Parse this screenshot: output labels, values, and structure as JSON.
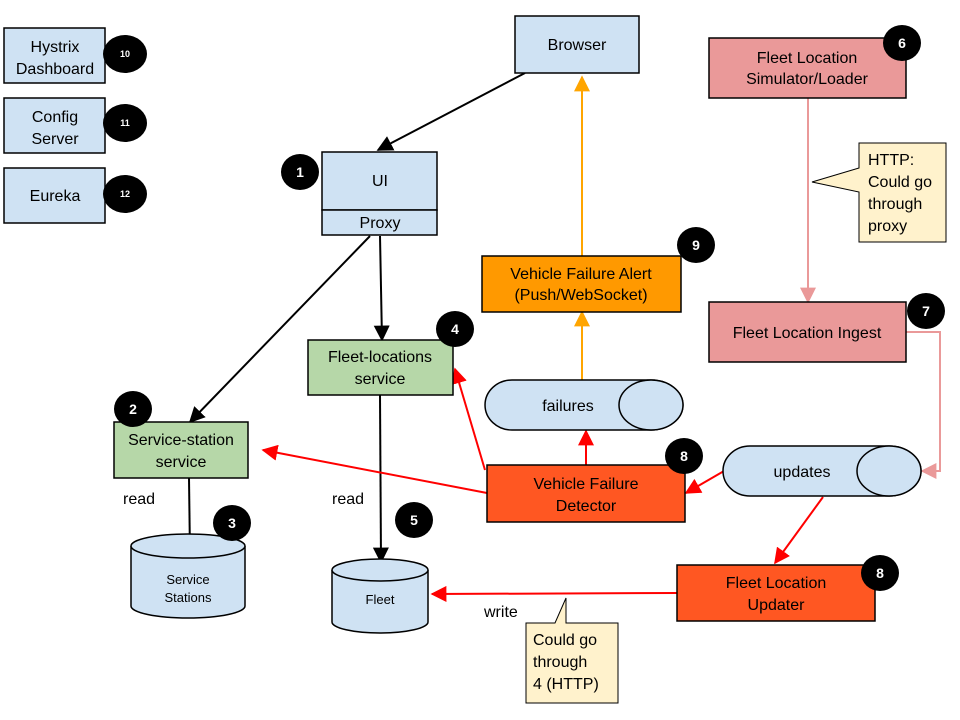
{
  "boxes": {
    "hystrix": [
      "Hystrix",
      "Dashboard"
    ],
    "config": [
      "Config",
      "Server"
    ],
    "eureka": [
      "Eureka"
    ],
    "browser": [
      "Browser"
    ],
    "ui": [
      "UI"
    ],
    "proxy": [
      "Proxy"
    ],
    "simulator": [
      "Fleet Location",
      "Simulator/Loader"
    ],
    "ingest": [
      "Fleet Location Ingest"
    ],
    "alert": [
      "Vehicle Failure Alert",
      "(Push/WebSocket)"
    ],
    "fleet_locations": [
      "Fleet-locations",
      "service"
    ],
    "service_station": [
      "Service-station",
      "service"
    ],
    "detector": [
      "Vehicle Failure",
      "Detector"
    ],
    "updater": [
      "Fleet Location",
      "Updater"
    ]
  },
  "queues": {
    "failures": "failures",
    "updates": "updates"
  },
  "databases": {
    "service_stations": [
      "Service",
      "Stations"
    ],
    "fleet": [
      "Fleet"
    ]
  },
  "notes": {
    "http_proxy": [
      "HTTP:",
      "Could go",
      "through",
      "proxy"
    ],
    "http_4": [
      "Could go",
      "through",
      "4 (HTTP)"
    ]
  },
  "edge_labels": {
    "read_left": "read",
    "read_right": "read",
    "write": "write"
  },
  "badges": {
    "b10": "10",
    "b11": "11",
    "b12": "12",
    "b1": "1",
    "b2": "2",
    "b3": "3",
    "b4": "4",
    "b5": "5",
    "b6": "6",
    "b7": "7",
    "b8a": "8",
    "b8b": "8",
    "b9": "9"
  },
  "colors": {
    "infra": "#cfe2f3",
    "service": "#b6d7a8",
    "simulator": "#ea9999",
    "alert": "#ff9900",
    "detector": "#ff5722",
    "note": "#fff2cc",
    "arrow_black": "#000000",
    "arrow_red": "#ff0000",
    "arrow_orange": "#ffa500",
    "arrow_pink": "#ea9999"
  }
}
